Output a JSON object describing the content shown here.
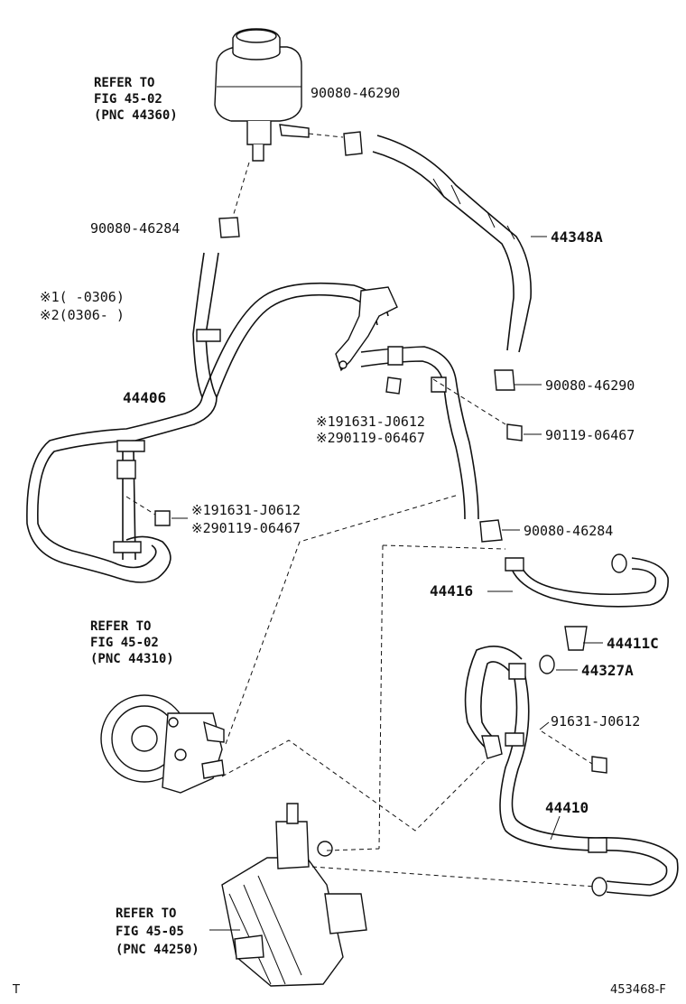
{
  "references": {
    "reservoir": {
      "line1": "REFER TO",
      "line2": "FIG 45-02",
      "line3": "(PNC 44360)"
    },
    "pump": {
      "line1": "REFER TO",
      "line2": "FIG 45-02",
      "line3": "(PNC 44310)"
    },
    "gear": {
      "line1": "REFER TO",
      "line2": "FIG 45-05",
      "line3": "(PNC 44250)"
    }
  },
  "notes": {
    "note1": "※1(    -0306)",
    "note2": "※2(0306-    )"
  },
  "parts": {
    "clip_top": "90080-46290",
    "clip_left": "90080-46284",
    "hose_44348a": "44348A",
    "tube_44406": "44406",
    "clip_right": "90080-46290",
    "bolt_mid_1": "※191631-J0612",
    "bolt_mid_2": "※290119-06467",
    "bolt_right": "90119-06467",
    "bolt_left_1": "※191631-J0612",
    "bolt_left_2": "※290119-06467",
    "clip_lower": "90080-46284",
    "tube_44416": "44416",
    "bolt_44411c": "44411C",
    "gasket_44327a": "44327A",
    "bolt_91631": "91631-J0612",
    "hose_44410": "44410"
  },
  "footer": {
    "left_mark": "T",
    "figure_id": "453468-F"
  }
}
